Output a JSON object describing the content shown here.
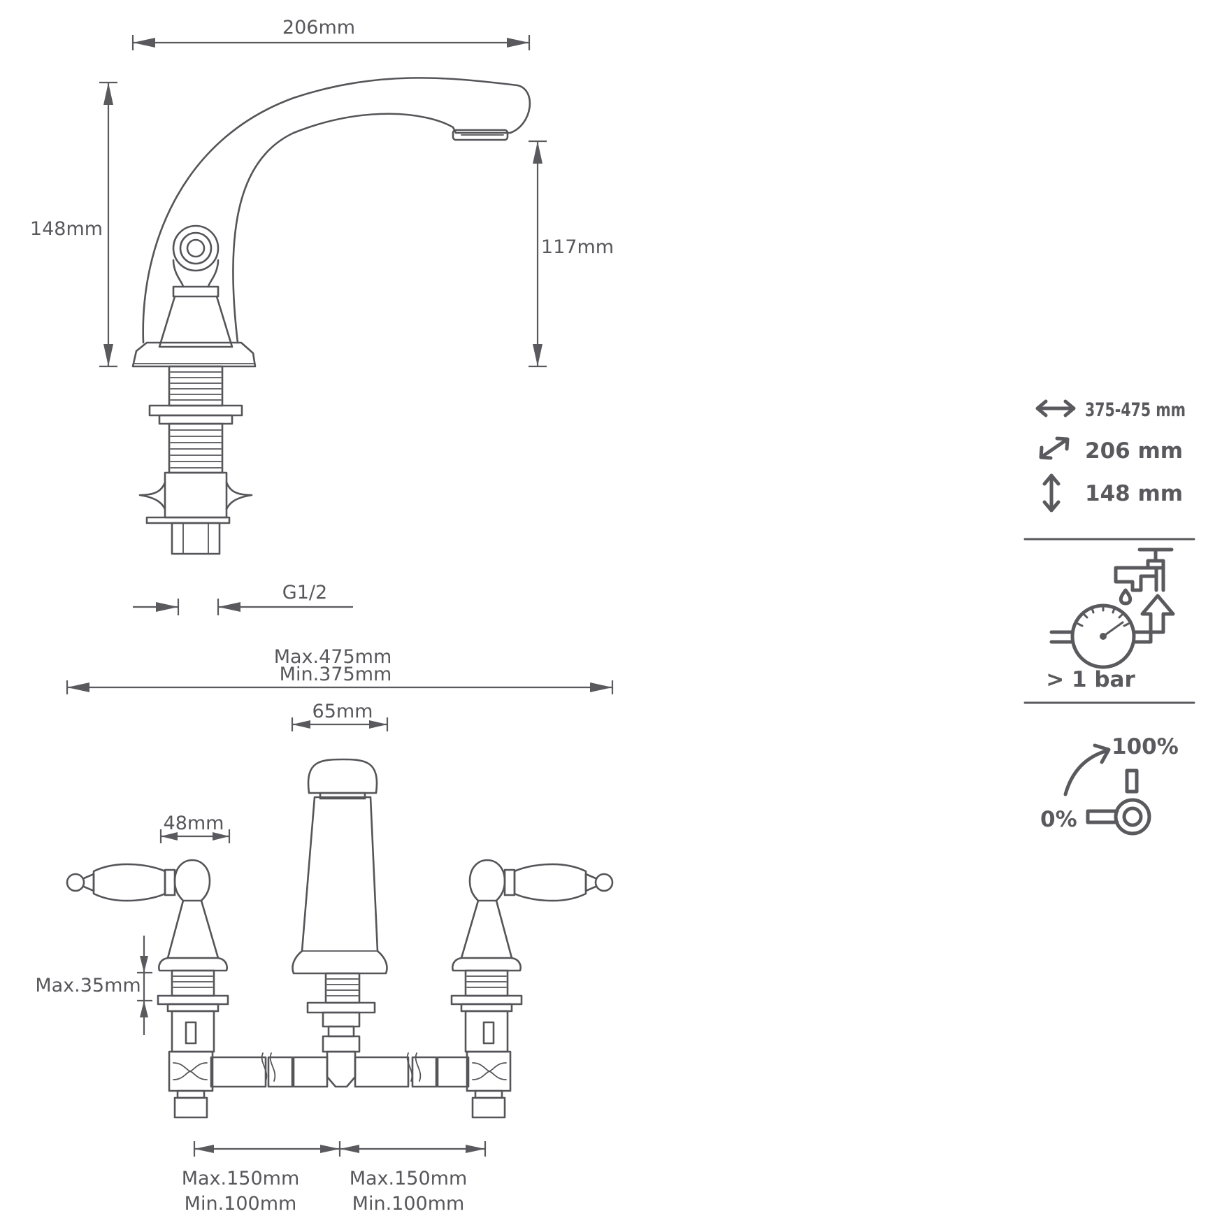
{
  "side_view": {
    "width": "206mm",
    "height": "148mm",
    "spout_height": "117mm",
    "thread": "G1/2"
  },
  "front_view": {
    "total_span_max": "Max.475mm",
    "total_span_min": "Min.375mm",
    "spout_width": "65mm",
    "handle_width": "48mm",
    "deck_thickness": "Max.35mm",
    "left_spacing_max": "Max.150mm",
    "left_spacing_min": "Min.100mm",
    "right_spacing_max": "Max.150mm",
    "right_spacing_min": "Min.100mm"
  },
  "specs": {
    "spread": "375-475 mm",
    "reach": "206 mm",
    "height": "148 mm",
    "pressure": "> 1 bar",
    "flow_min": "0%",
    "flow_max": "100%"
  },
  "icons": {
    "spread": "horizontal-double-arrow-icon",
    "reach": "diagonal-double-arrow-icon",
    "height": "vertical-double-arrow-icon",
    "pressure": "pressure-gauge-tap-icon",
    "flow": "lever-flow-icon"
  }
}
